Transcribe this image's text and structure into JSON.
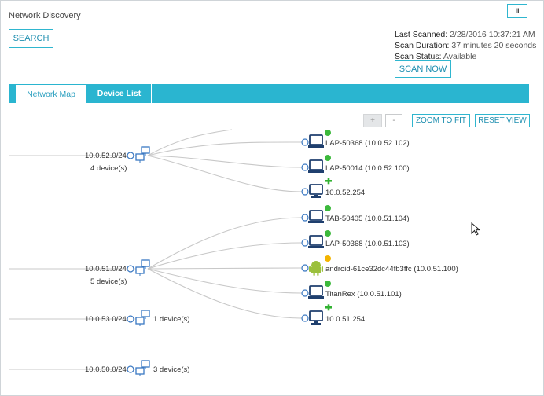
{
  "app": {
    "title": "Network Discovery",
    "pause_label": "II"
  },
  "toolbar": {
    "search_label": "SEARCH",
    "scan_now_label": "SCAN NOW"
  },
  "scan": {
    "last_scanned_label": "Last Scanned:",
    "last_scanned_value": "2/28/2016 10:37:21 AM",
    "duration_label": "Scan Duration:",
    "duration_value": "37 minutes 20 seconds",
    "status_label": "Scan Status:",
    "status_value": "Available"
  },
  "tabs": [
    {
      "label": "Network Map",
      "active": true
    },
    {
      "label": "Device List",
      "active": false
    }
  ],
  "zoom": {
    "plus": "+",
    "minus": "-",
    "fit": "ZOOM TO FIT",
    "reset": "RESET VIEW"
  },
  "colors": {
    "accent": "#2ab5d0",
    "online": "#3cb93c",
    "warning": "#f3b400",
    "new": "#32b232",
    "edge": "#c8c8c8"
  },
  "subnets": [
    {
      "name": "10.0.52.0/24",
      "count": "4 device(s)"
    },
    {
      "name": "10.0.51.0/24",
      "count": "5 device(s)"
    },
    {
      "name": "10.0.53.0/24",
      "count": "1 device(s)"
    },
    {
      "name": "10.0.50.0/24",
      "count": "3 device(s)"
    }
  ],
  "devices": [
    {
      "label": "LAP-50368 (10.0.52.102)",
      "icon": "laptop-icon",
      "status": "online"
    },
    {
      "label": "LAP-50014 (10.0.52.100)",
      "icon": "laptop-icon",
      "status": "online"
    },
    {
      "label": "10.0.52.254",
      "icon": "monitor-icon",
      "status": "new"
    },
    {
      "label": "TAB-50405 (10.0.51.104)",
      "icon": "laptop-icon",
      "status": "online"
    },
    {
      "label": "LAP-50368 (10.0.51.103)",
      "icon": "laptop-icon",
      "status": "online"
    },
    {
      "label": "android-61ce32dc44fb3ffc (10.0.51.100)",
      "icon": "android-icon",
      "status": "warning"
    },
    {
      "label": "TitanRex (10.0.51.101)",
      "icon": "laptop-icon",
      "status": "online"
    },
    {
      "label": "10.0.51.254",
      "icon": "monitor-icon",
      "status": "new"
    }
  ]
}
